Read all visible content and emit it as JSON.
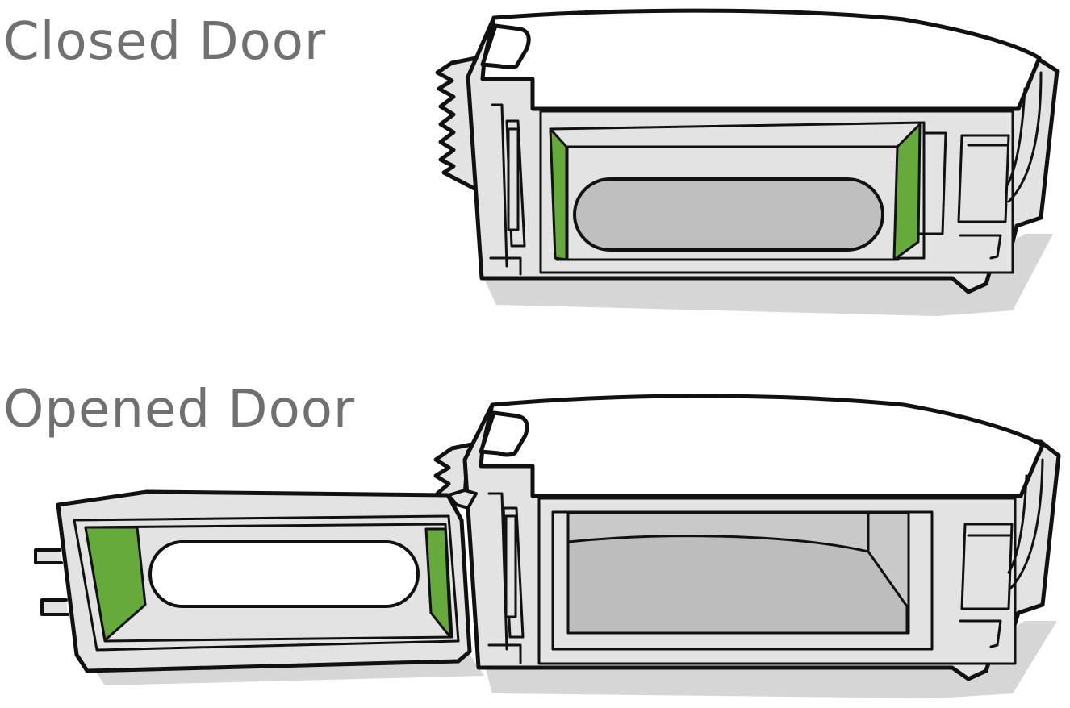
{
  "labels": {
    "closed": "Closed Door",
    "opened": "Opened Door"
  },
  "colors": {
    "outline": "#111111",
    "body_fill": "#e3e3e3",
    "lid_fill": "#ffffff",
    "shadow": "#d6d6d6",
    "window_fill": "#bfbfbf",
    "seal_green": "#66aa3c",
    "label_text": "#707070"
  },
  "figures": [
    {
      "name": "closed-door-bin",
      "door_state": "closed"
    },
    {
      "name": "opened-door-bin",
      "door_state": "open"
    }
  ]
}
